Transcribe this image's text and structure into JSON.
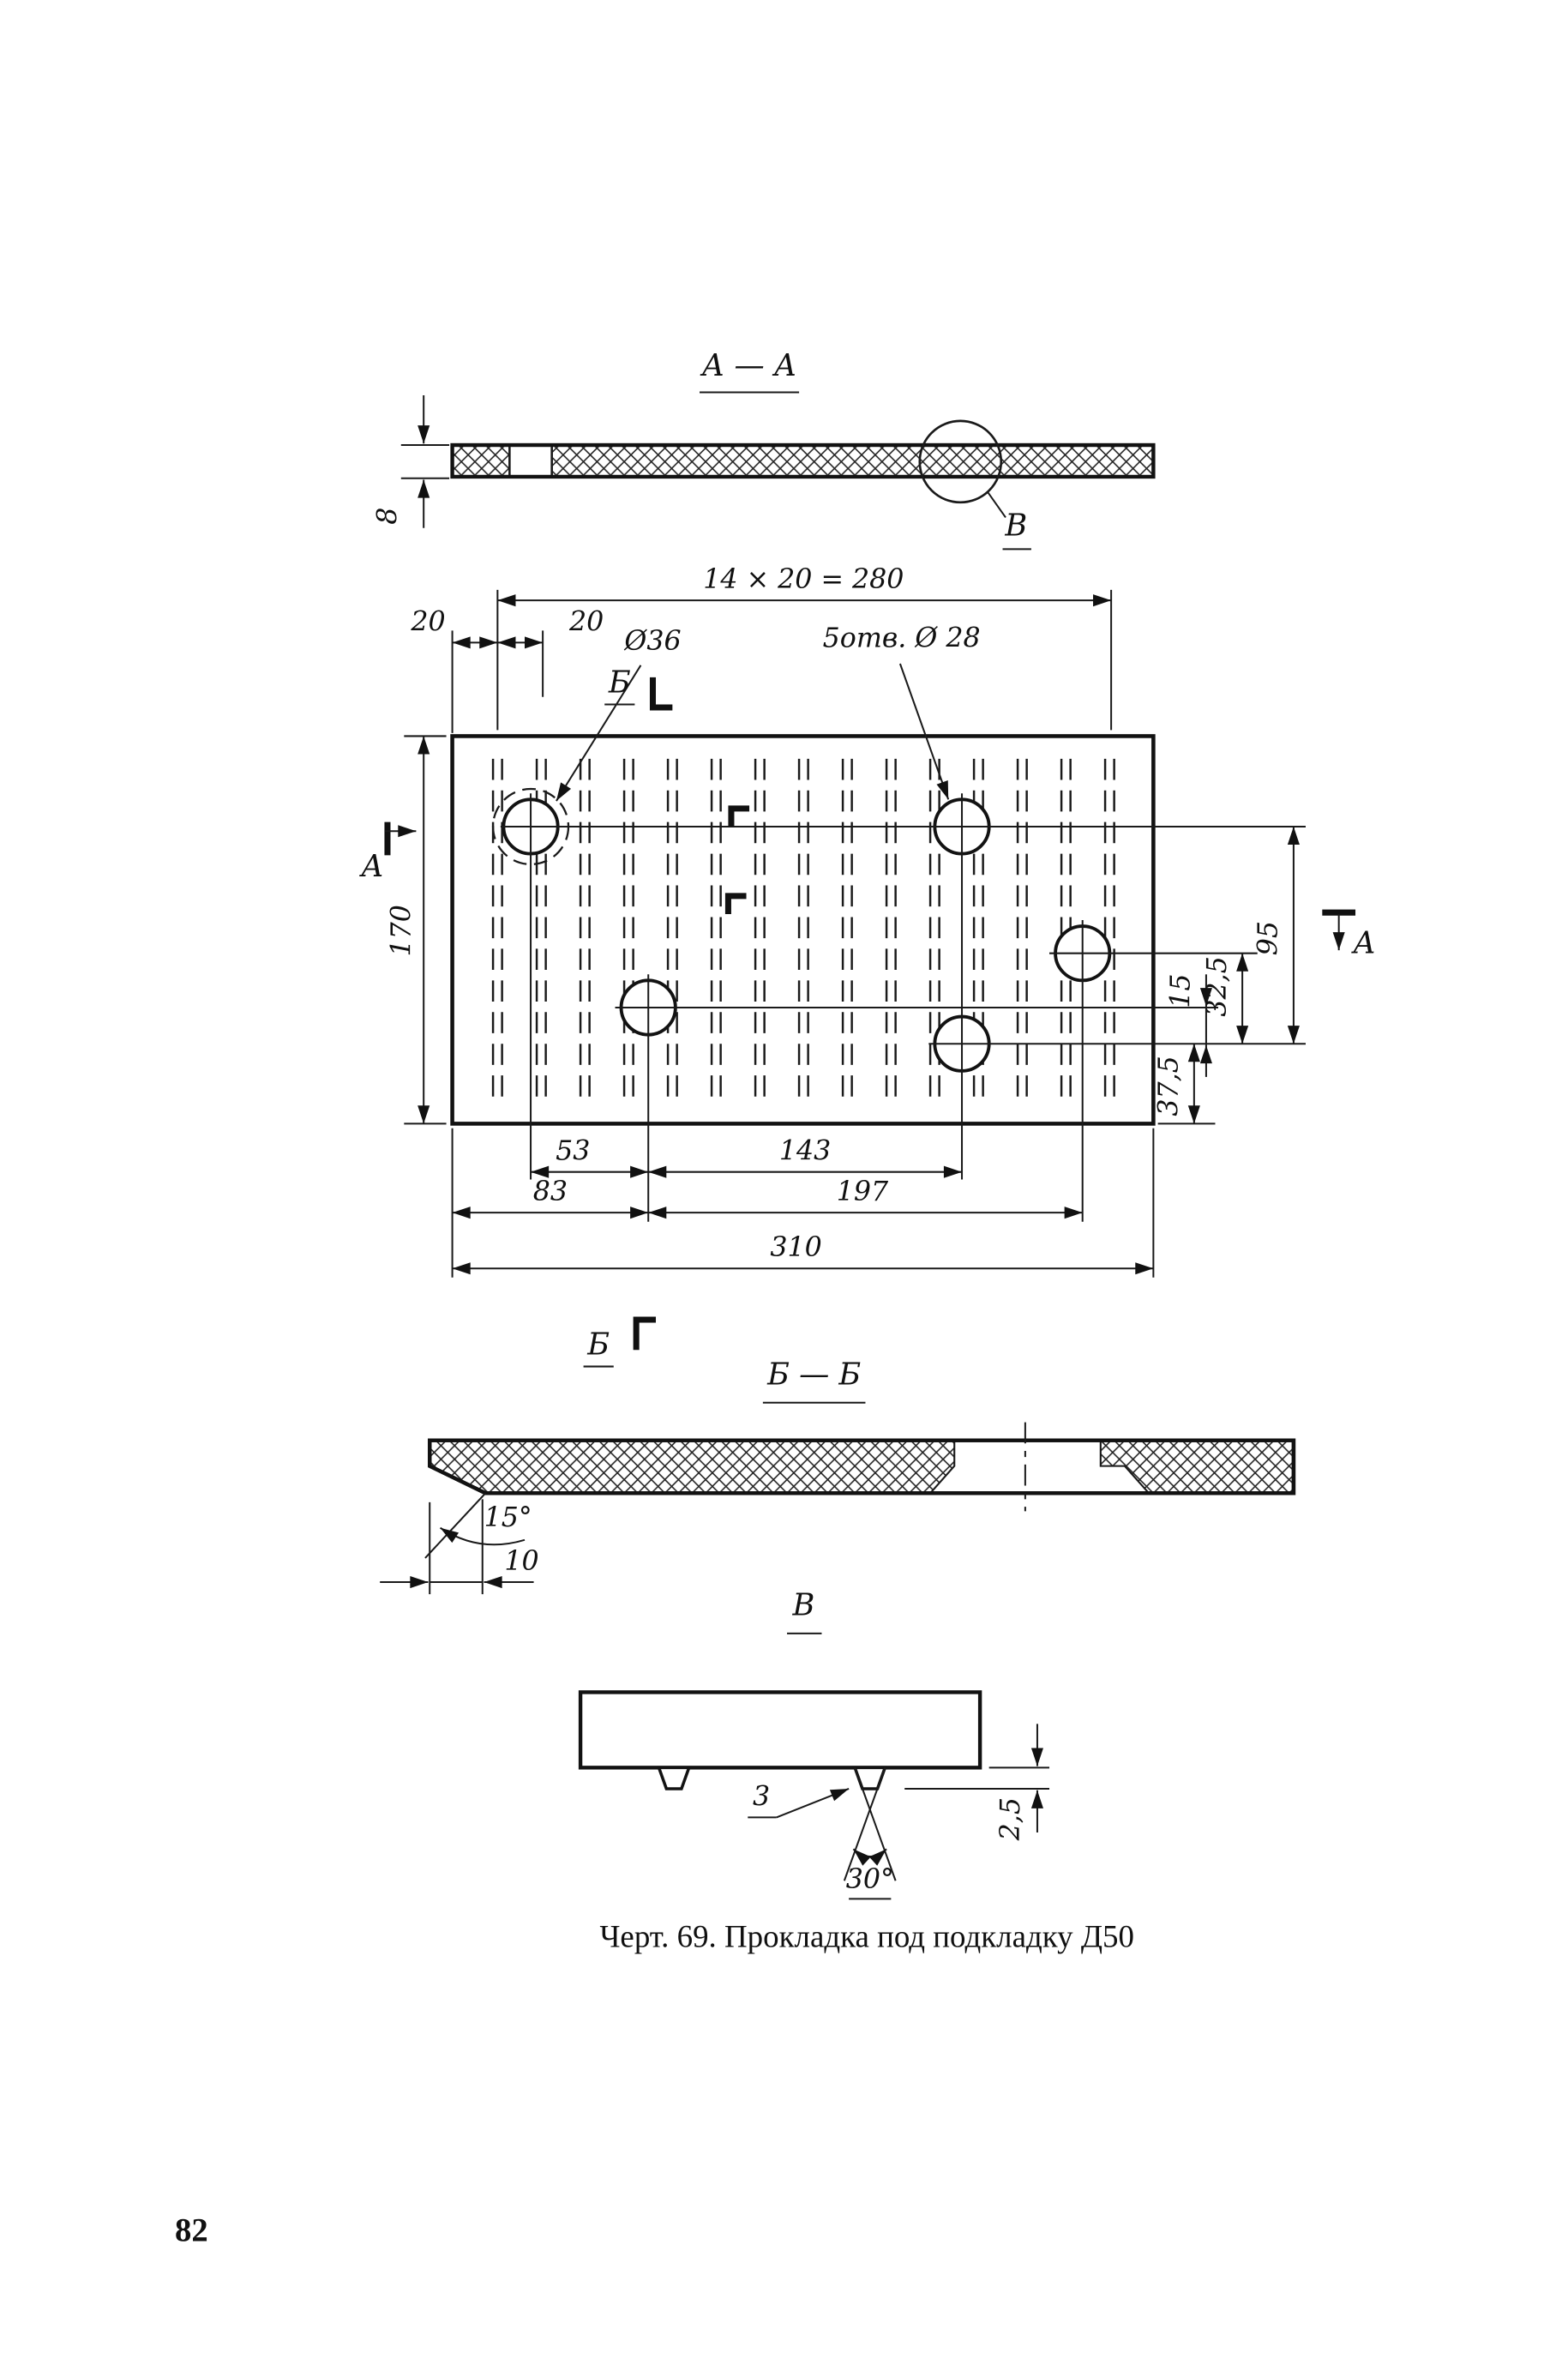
{
  "page": {
    "number": "82",
    "caption": "Черт. 69. Прокладка под подкладку Д50"
  },
  "section_aa": {
    "title": "А — А",
    "dim_thickness": "8",
    "detail_label": "В"
  },
  "plan": {
    "dim_pitch": "14 × 20 = 280",
    "dim_edge_20a": "20",
    "dim_edge_20b": "20",
    "label_d36": "Ø36",
    "label_d28": "5отв. Ø 28",
    "cut_label_b": "Б",
    "cut_label_a": "А",
    "dim_height": "170",
    "dim_95": "95",
    "dim_15": "15",
    "dim_32_5": "32,5",
    "dim_37_5": "37,5",
    "dim_53": "53",
    "dim_143": "143",
    "dim_83": "83",
    "dim_197": "197",
    "dim_310": "310"
  },
  "section_bb": {
    "title": "Б — Б",
    "dim_angle": "15°",
    "dim_10": "10"
  },
  "detail_v": {
    "title": "В",
    "dim_3": "3",
    "dim_angle": "30°",
    "dim_2_5": "2,5"
  }
}
